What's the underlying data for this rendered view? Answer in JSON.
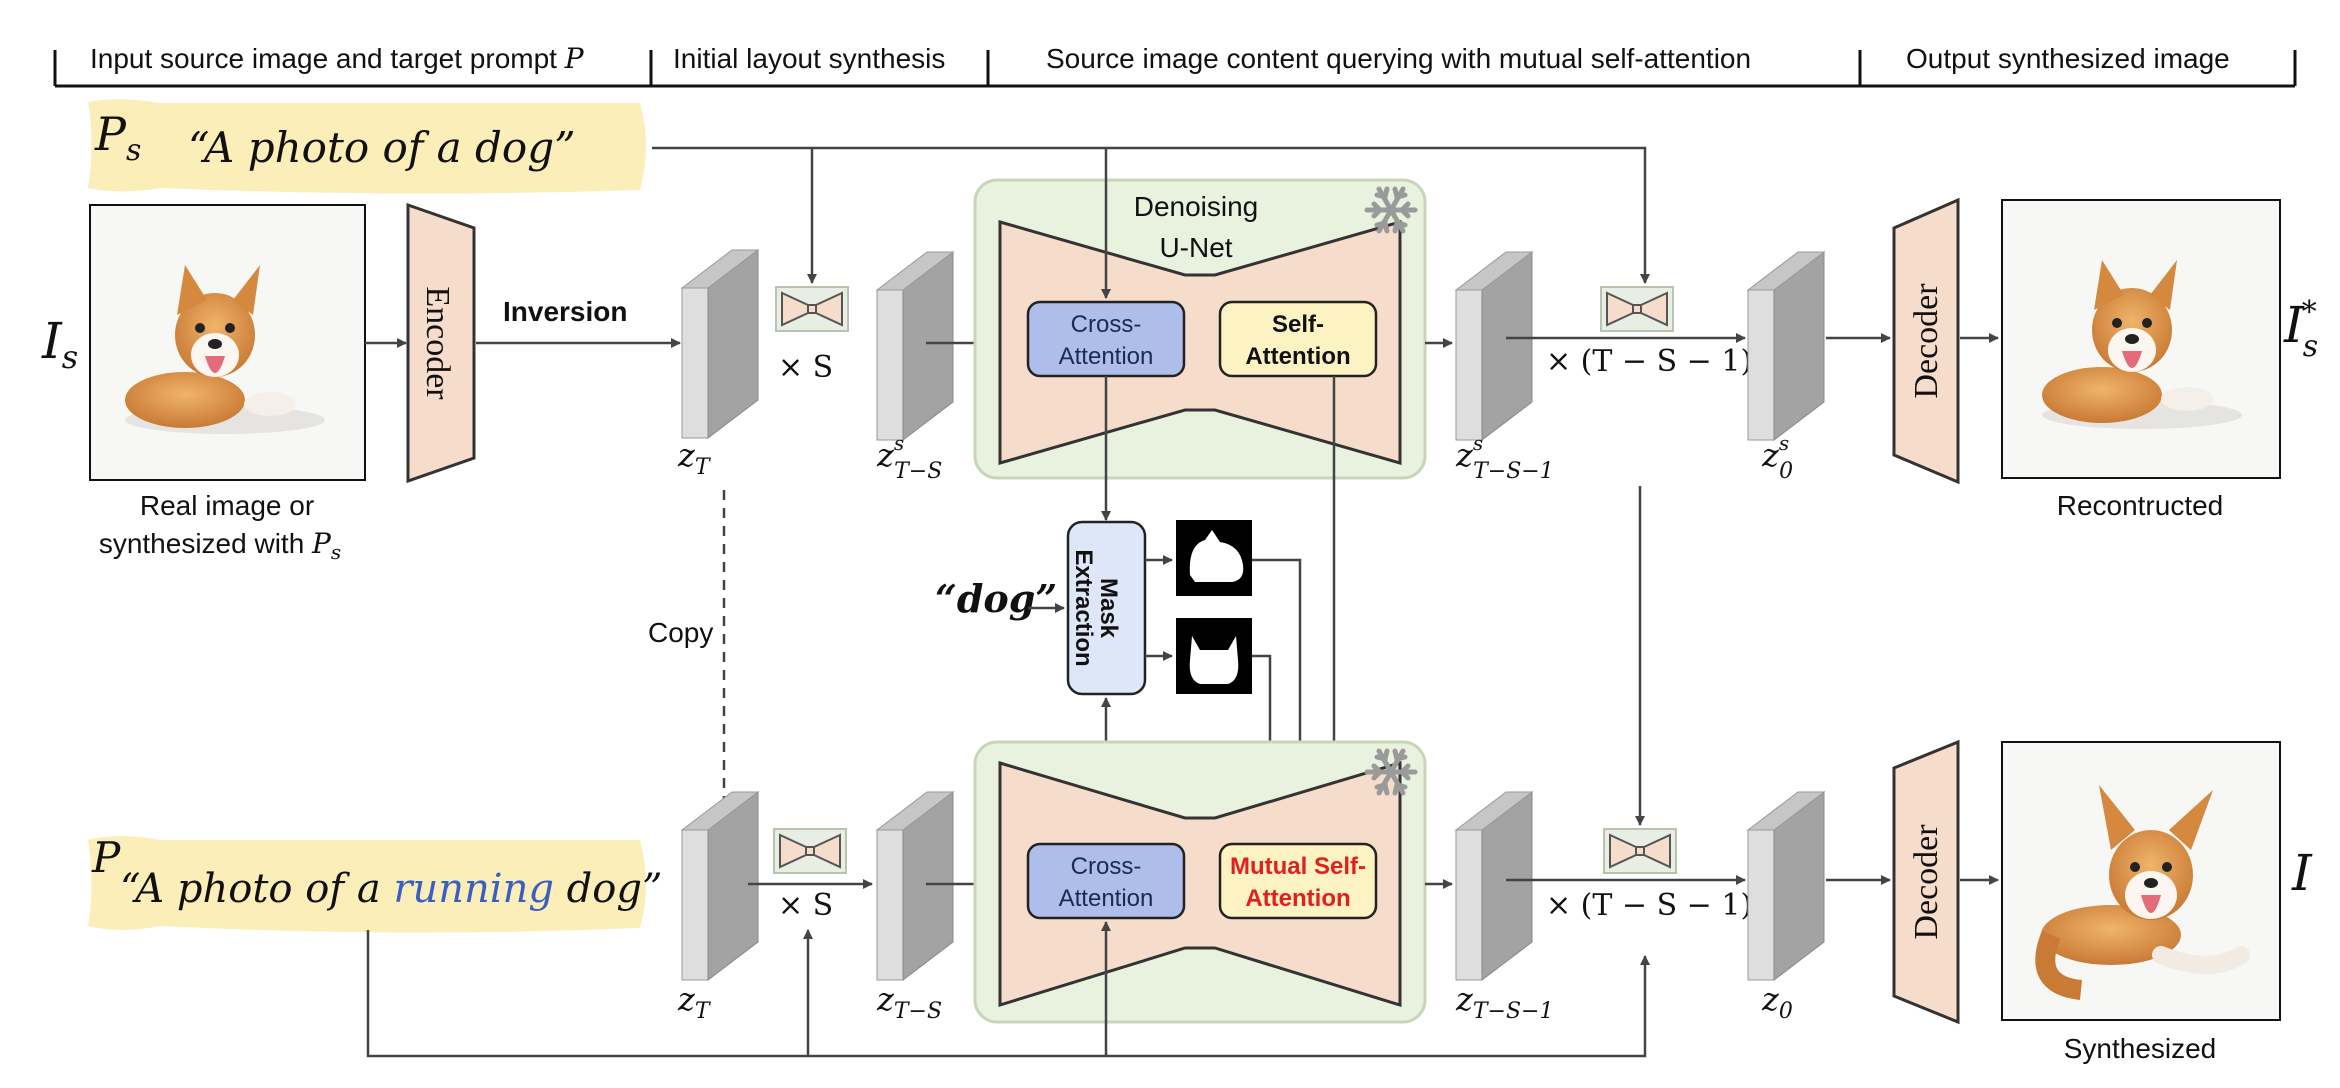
{
  "headers": {
    "source": "Input source image and target prompt",
    "source_var": "P",
    "layout": "Initial layout synthesis",
    "query": "Source image content querying with mutual self-attention",
    "output": "Output synthesized image"
  },
  "prompts": {
    "source_sym": "P",
    "source_sym_sub": "s",
    "source_text": "“A photo of a dog”",
    "target_sym": "P",
    "target_pre": "“A photo of a ",
    "target_emph": "running",
    "target_post": " dog”"
  },
  "labels": {
    "is_sym": "I",
    "is_sub": "s",
    "is_star_sym": "I",
    "is_star_sub": "s",
    "is_star_sup": "*",
    "i_sym": "I",
    "encoder": "Encoder",
    "inversion": "Inversion",
    "real_caption_1": "Real image or",
    "real_caption_2": "synthesized with",
    "real_caption_var": "P",
    "real_caption_sub": "s",
    "copy": "Copy",
    "dog_token": "“dog”",
    "times_s": "× S",
    "times_rest": "× (T − S − 1)",
    "zt": "z",
    "zt_sub": "T",
    "zts": "z",
    "zts_sup": "s",
    "zts_sub": "T−S",
    "zts1_sub": "T−S−1",
    "z0": "z",
    "z0_sub": "0",
    "denoising_1": "Denoising",
    "denoising_2": "U-Net",
    "cross_1": "Cross-",
    "cross_2": "Attention",
    "self_1": "Self-",
    "self_2": "Attention",
    "mutual_1": "Mutual Self-",
    "mutual_2": "Attention",
    "mask_1": "Mask",
    "mask_2": "Extraction",
    "decoder": "Decoder",
    "reconstructed": "Recontructed",
    "synthesized": "Synthesized"
  },
  "colors": {
    "prompt_bg": "#fbeeb8",
    "unet_panel": "#e9f1df",
    "unet_border": "#c8d6b8",
    "trapezoid": "#f6dccb",
    "cross_attn": "#aebde9",
    "self_attn": "#fdf2c2",
    "mask": "#dde7f7",
    "accent_red": "#e02020",
    "accent_blue": "#3a5fc0",
    "latent": "#a7a7a7"
  },
  "icons": [
    "snowflake-icon",
    "unet-icon",
    "corgi-image",
    "dog-mask-image"
  ]
}
